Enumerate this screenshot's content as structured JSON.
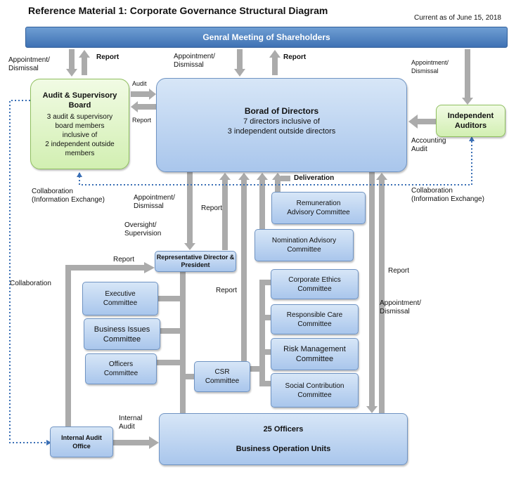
{
  "header": {
    "title": "Reference Material 1: Corporate Governance Structural Diagram",
    "as_of": "Current as of June 15, 2018",
    "shareholders": "Genral Meeting of Shareholders"
  },
  "nodes": {
    "audit_board": {
      "title_line1": "Audit & Supervisory",
      "title_line2": "Board",
      "detail_line1": "3 audit & supervisory",
      "detail_line2": "board members",
      "detail_line3": "inclusive of",
      "detail_line4": "2 independent outside",
      "detail_line5": "members"
    },
    "board": {
      "title": "Borad of Directors",
      "line1": "7 directors inclusive of",
      "line2": "3 independent outside directors"
    },
    "auditors": {
      "line1": "Independent",
      "line2": "Auditors"
    },
    "remuneration": {
      "line1": "Remuneration",
      "line2": "Advisory Committee"
    },
    "nomination": {
      "line1": "Nomination Advisory",
      "line2": "Committee"
    },
    "president": {
      "line1": "Representative Director &",
      "line2": "President"
    },
    "executive": {
      "line1": "Executive",
      "line2": "Committee"
    },
    "business_issues": {
      "line1": "Business Issues",
      "line2": "Committee"
    },
    "officers_committee": {
      "line1": "Officers",
      "line2": "Committee"
    },
    "csr": {
      "line1": "CSR",
      "line2": "Committee"
    },
    "ethics": {
      "line1": "Corporate Ethics",
      "line2": "Committee"
    },
    "responsible_care": {
      "line1": "Responsible Care",
      "line2": "Committee"
    },
    "risk": {
      "line1": "Risk Management",
      "line2": "Committee"
    },
    "social": {
      "line1": "Social Contribution",
      "line2": "Committee"
    },
    "internal_audit": {
      "line1": "Internal Audit",
      "line2": "Office"
    },
    "officers": {
      "line1": "25 Officers",
      "line2": "Business Operation Units"
    }
  },
  "labels": {
    "appt_left_1": "Appointment/",
    "appt_left_2": "Dismissal",
    "report_left": "Report",
    "appt_center_1": "Appointment/",
    "appt_center_2": "Dismissal",
    "report_center": "Report",
    "appt_right_1": "Appointment/",
    "appt_right_2": "Dismissal",
    "audit": "Audit",
    "report_audit": "Report",
    "accounting_1": "Accounting",
    "accounting_2": "Audit",
    "deliveration": "Deliveration",
    "collab_left_1": "Collaboration",
    "collab_left_2": "(Information Exchange)",
    "collab_right_1": "Collaboration",
    "collab_right_2": "(Information Exchange)",
    "appt_pres_1": "Appointment/",
    "appt_pres_2": "Dismissal",
    "report_pres": "Report",
    "oversight_1": "Oversight/",
    "oversight_2": "Supervision",
    "report_internal": "Report",
    "collaboration": "Collaboration",
    "report_csr": "Report",
    "report_officers": "Report",
    "appt_officers_1": "Appointment/",
    "appt_officers_2": "Dismissal",
    "internal_audit_1": "Internal",
    "internal_audit_2": "Audit"
  }
}
